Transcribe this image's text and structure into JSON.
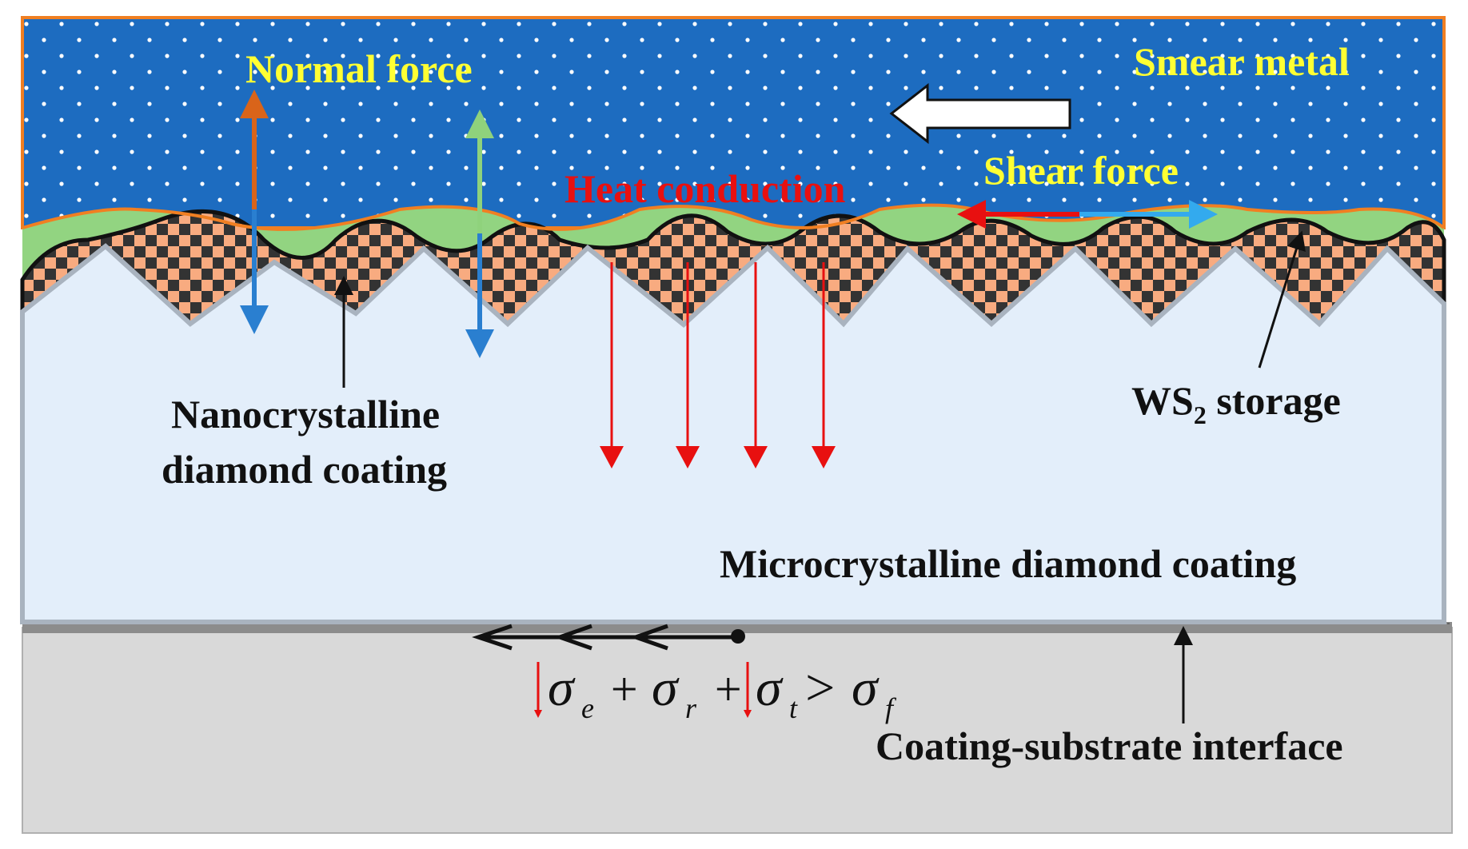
{
  "labels": {
    "normal_force": "Normal force",
    "smear_metal": "Smear metal",
    "heat_conduction": "Heat conduction",
    "shear_force": "Shear force",
    "nano_line1": "Nanocrystalline",
    "nano_line2": "diamond coating",
    "ws2_main": "WS",
    "ws2_sub": "2",
    "ws2_rest": " storage",
    "micro": "Microcrystalline diamond coating",
    "interface": "Coating-substrate interface"
  },
  "formula": {
    "sigma": "σ",
    "sub_e": "e",
    "plus1": "+",
    "sub_r": "r",
    "plus2": "+",
    "sub_t": "t",
    "gt": ">",
    "sub_f": "f"
  },
  "colors": {
    "smear_metal": "#1d6cc0",
    "smear_border": "#f07f22",
    "ws2_layer": "#92d481",
    "checker_light": "#f8ab80",
    "checker_dark": "#333333",
    "micro_coating": "#e3eefa",
    "substrate": "#d9d9d9",
    "interface": "#8c8c8c",
    "label_yellow": "#ffff33",
    "heat_red": "#e81010",
    "normal_orange": "#d9641a",
    "normal_blue": "#2a7fd0",
    "normal_green": "#8fd27c",
    "shear_blue": "#33aaee"
  }
}
